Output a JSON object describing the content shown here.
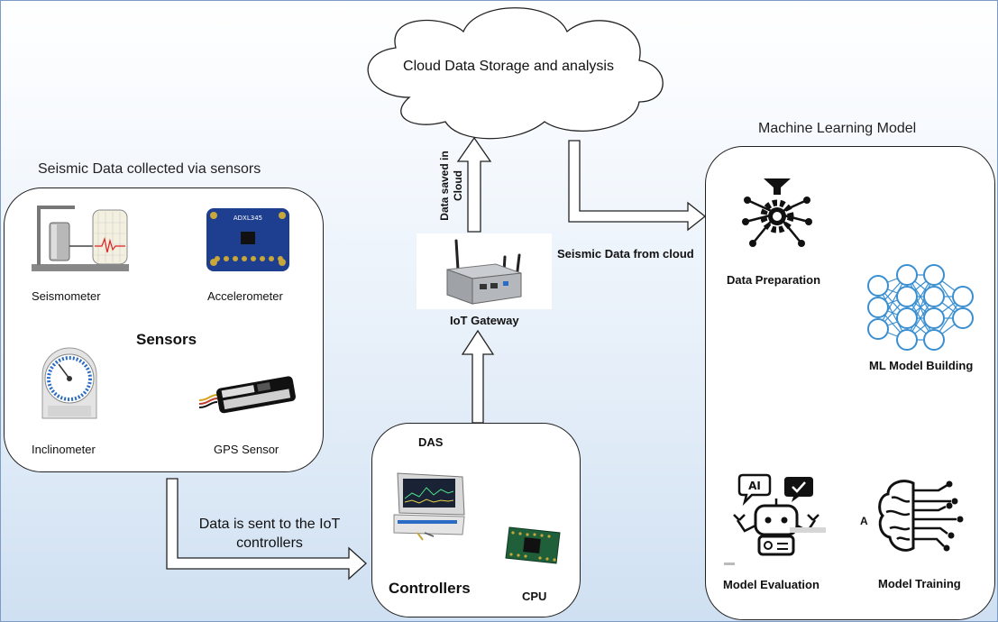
{
  "cloud": {
    "label": "Cloud Data Storage and analysis"
  },
  "sensors": {
    "title": "Seismic Data collected  via sensors",
    "heading": "Sensors",
    "items": [
      "Seismometer",
      "Accelerometer",
      "Inclinometer",
      "GPS Sensor"
    ]
  },
  "controllers": {
    "heading": "Controllers",
    "das": "DAS",
    "cpu": "CPU",
    "flow_label": "Data is sent to the IoT controllers"
  },
  "gateway": {
    "label": "IoT Gateway",
    "upload_label": "Data saved in Cloud"
  },
  "ml": {
    "title": "Machine Learning Model",
    "from_cloud": "Seismic Data from cloud",
    "steps": [
      "Data Preparation",
      "ML Model Building",
      "Model Training",
      "Model Evaluation"
    ],
    "arrow_mark": "A"
  },
  "colors": {
    "background_top": "#ffffff",
    "background_bottom": "#cfe0f2",
    "border": "#222222",
    "frame": "#7a9cc6"
  }
}
